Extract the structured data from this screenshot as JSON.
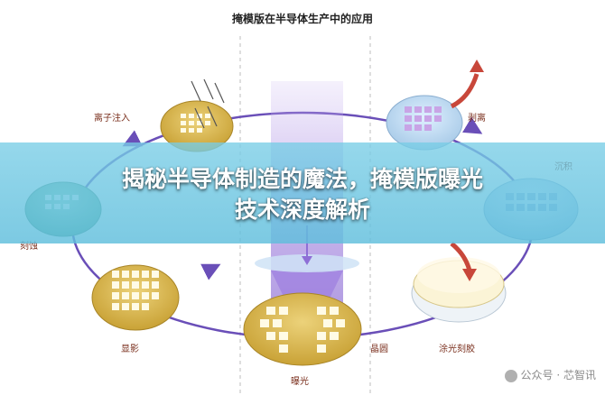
{
  "diagram_title": "掩模版在半导体生产中的应用",
  "steps": {
    "ion_implant": "离子注入",
    "strip": "剥离",
    "deposition": "沉积",
    "etch": "刻蚀",
    "develop": "显影",
    "wafer": "晶圆",
    "coating": "涂光刻胶",
    "exposure": "曝光"
  },
  "headline": {
    "line1": "揭秘半导体制造的魔法，掩模版曝光",
    "line2": "技术深度解析"
  },
  "watermark": "公众号 · 芯智讯",
  "colors": {
    "wafer_gold": "#d8b64a",
    "cell_white": "#fffbe6",
    "ring_purple": "#6a4fb8",
    "arrow_red": "#c8473a",
    "beam_purple": "#b69ae6",
    "banner_blue": "#78cde6"
  }
}
